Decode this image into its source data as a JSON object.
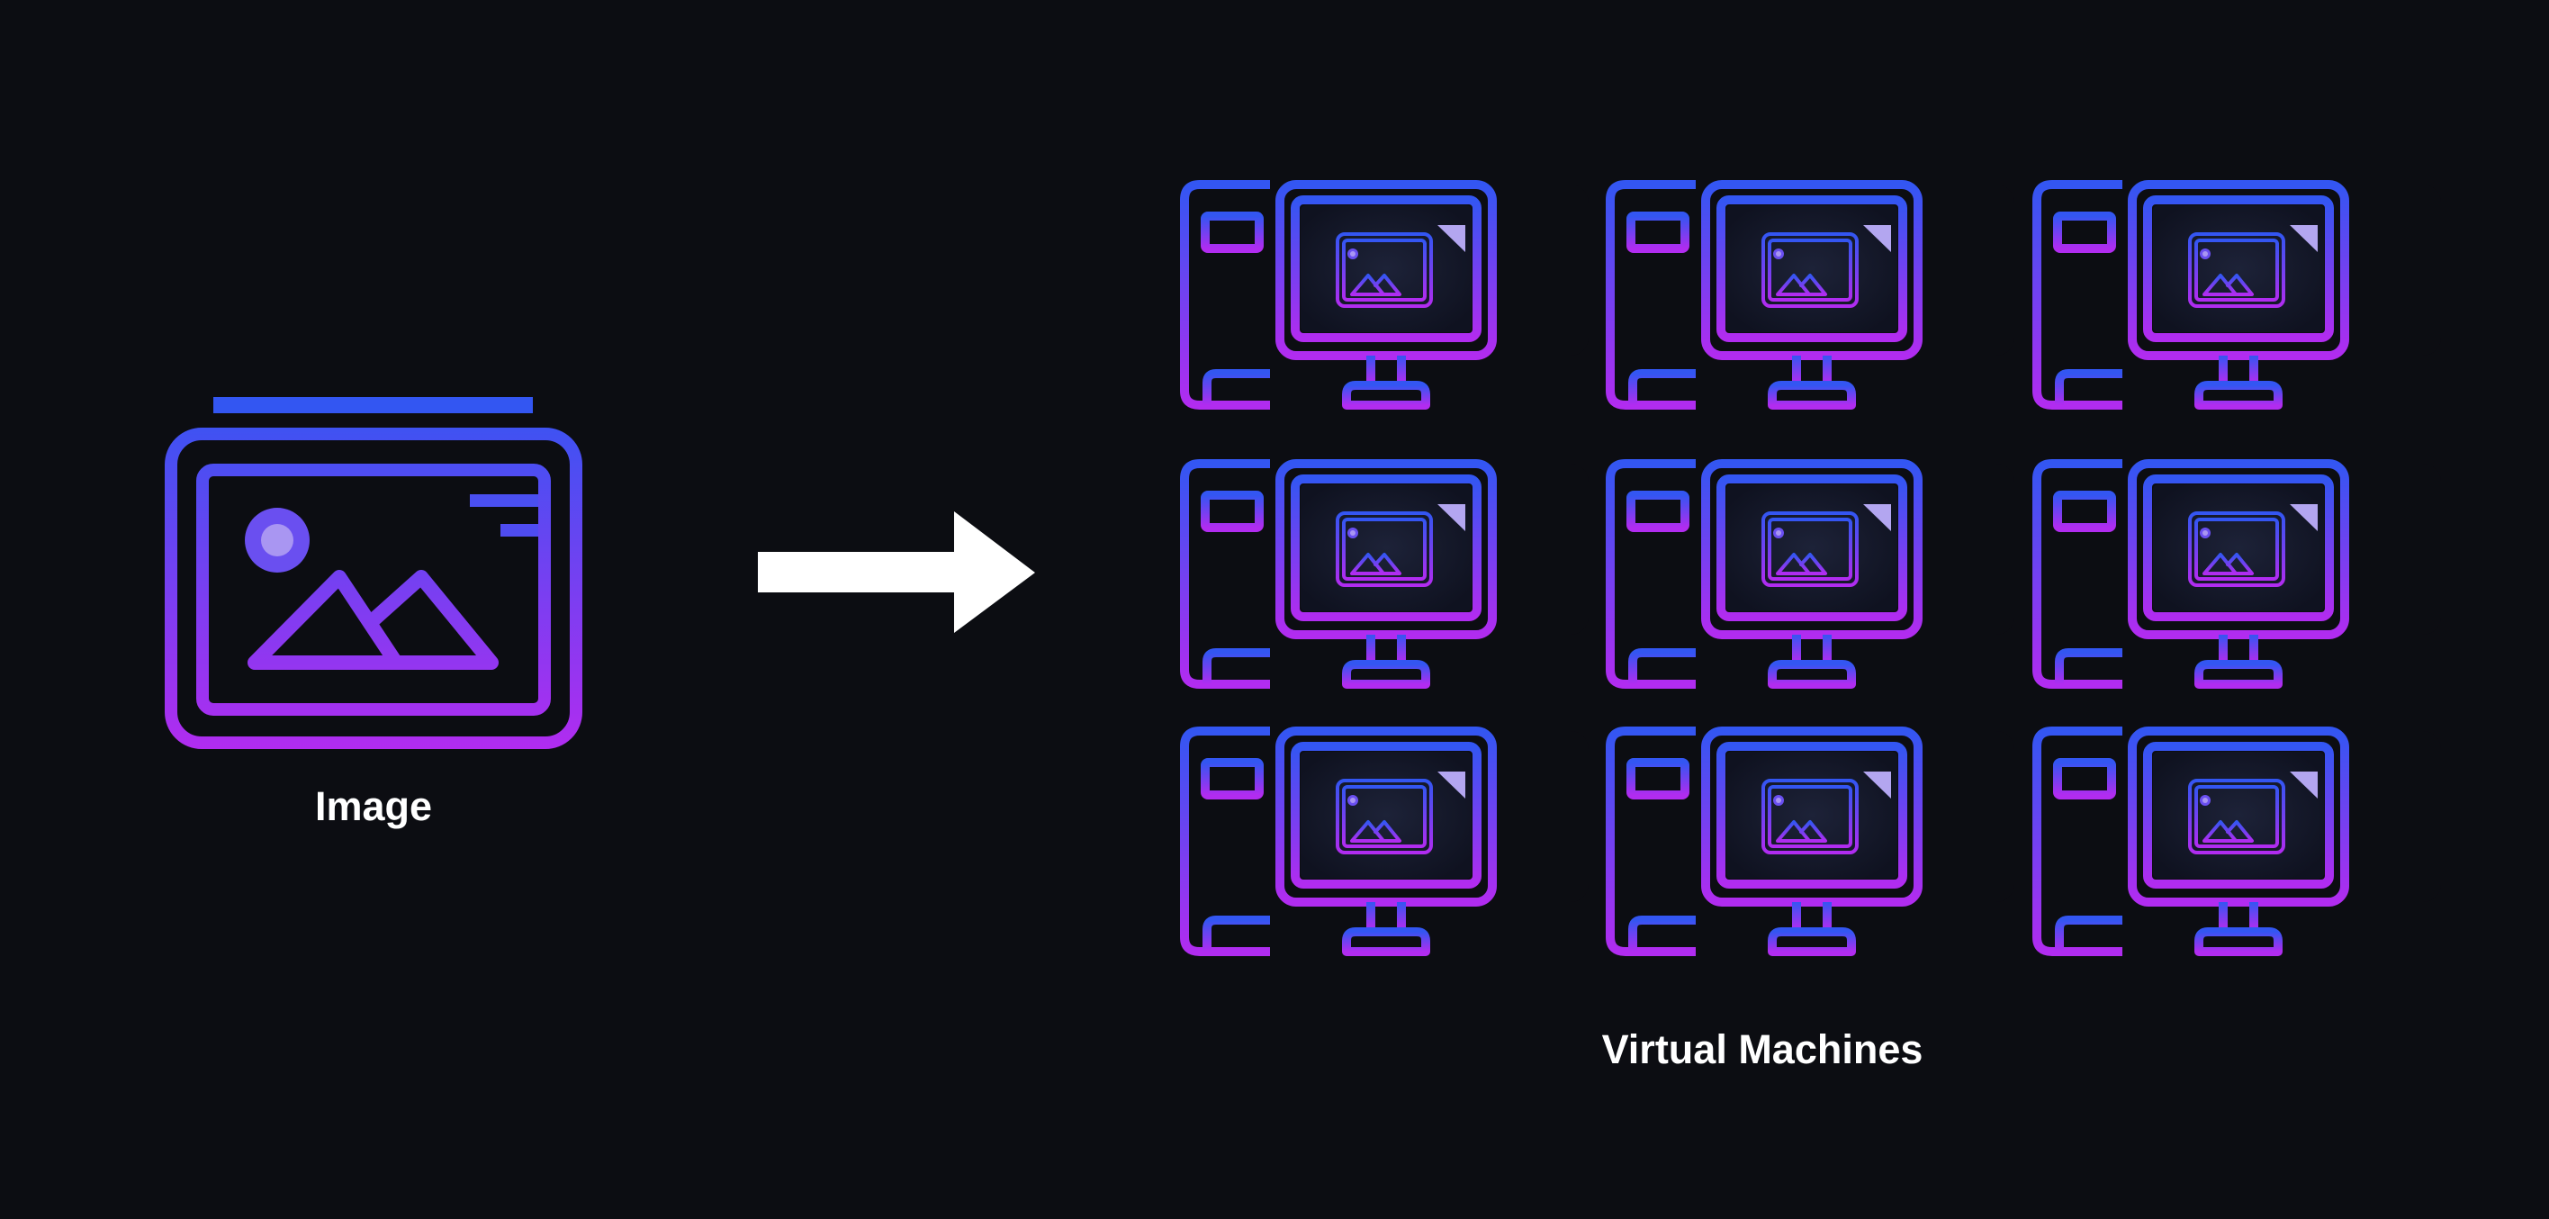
{
  "colors": {
    "background": "#0c0d12",
    "gradient_top": "#3356f2",
    "gradient_bottom": "#b12cf0",
    "arrow": "#ffffff",
    "label_text": "#ffffff",
    "sun_inner": "#a996f2",
    "screen_fill": "#161a2a",
    "corner_fold": "#b3a6f0"
  },
  "labels": {
    "source": "Image",
    "target": "Virtual Machines"
  },
  "icons": {
    "source": "image-icon",
    "connector": "arrow-right-icon",
    "target": "virtual-machine-icon"
  },
  "vm_grid": {
    "rows": 3,
    "columns": 3
  }
}
